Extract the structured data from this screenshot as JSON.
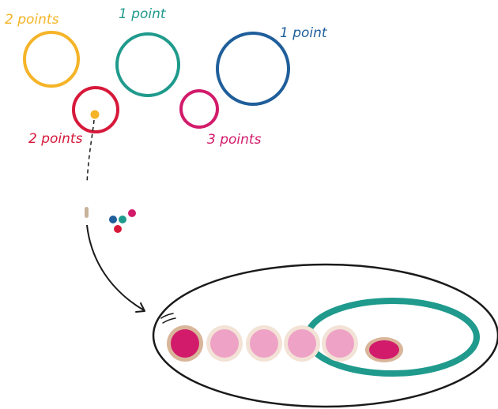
{
  "colors": {
    "yellow": "#f5b428",
    "red": "#d6193a",
    "teal": "#1f9a8c",
    "magenta": "#d21b6b",
    "blue": "#1f5e9a",
    "pink_ball": "#eea2c6",
    "ball_halo": "#f3e2d6",
    "striker_ring": "#d9b59a",
    "ink": "#1a1a1a",
    "peg": "#c8b39a"
  },
  "targets": [
    {
      "id": "yellow",
      "label": "2 points",
      "color": "yellow",
      "points": 2
    },
    {
      "id": "red",
      "label": "2 points",
      "color": "red",
      "points": 2
    },
    {
      "id": "teal",
      "label": "1 point",
      "color": "teal",
      "points": 1
    },
    {
      "id": "magenta",
      "label": "3 points",
      "color": "magenta",
      "points": 3
    },
    {
      "id": "blue",
      "label": "1 point",
      "color": "blue",
      "points": 1
    }
  ],
  "balls_in_tray": {
    "total": 6,
    "active_ball_color": "magenta",
    "queued_ball_color": "pink_ball",
    "queued_count": 4
  },
  "shot_ball_color": "yellow",
  "spare_balls": [
    "blue",
    "teal",
    "magenta",
    "red"
  ]
}
